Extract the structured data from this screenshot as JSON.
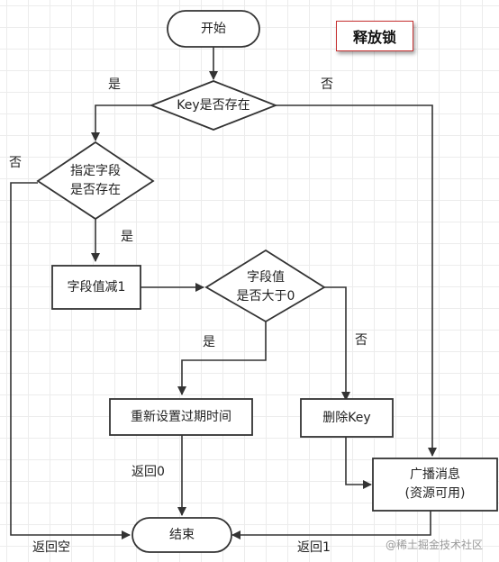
{
  "title": "释放锁",
  "nodes": {
    "start": "开始",
    "key_exists": "Key是否存在",
    "field_exists_line1": "指定字段",
    "field_exists_line2": "是否存在",
    "decrement": "字段值减1",
    "gt_zero_line1": "字段值",
    "gt_zero_line2": "是否大于0",
    "reset_expiry": "重新设置过期时间",
    "delete_key": "删除Key",
    "broadcast_line1": "广播消息",
    "broadcast_line2": "(资源可用)",
    "end": "结束"
  },
  "edges": {
    "key_yes": "是",
    "key_no": "否",
    "field_no": "否",
    "field_yes": "是",
    "gt_yes": "是",
    "gt_no": "否",
    "return_0": "返回0",
    "return_empty": "返回空",
    "return_1": "返回1"
  },
  "watermark": "@稀土掘金技术社区",
  "colors": {
    "accent": "#c63030",
    "stroke": "#333333"
  }
}
